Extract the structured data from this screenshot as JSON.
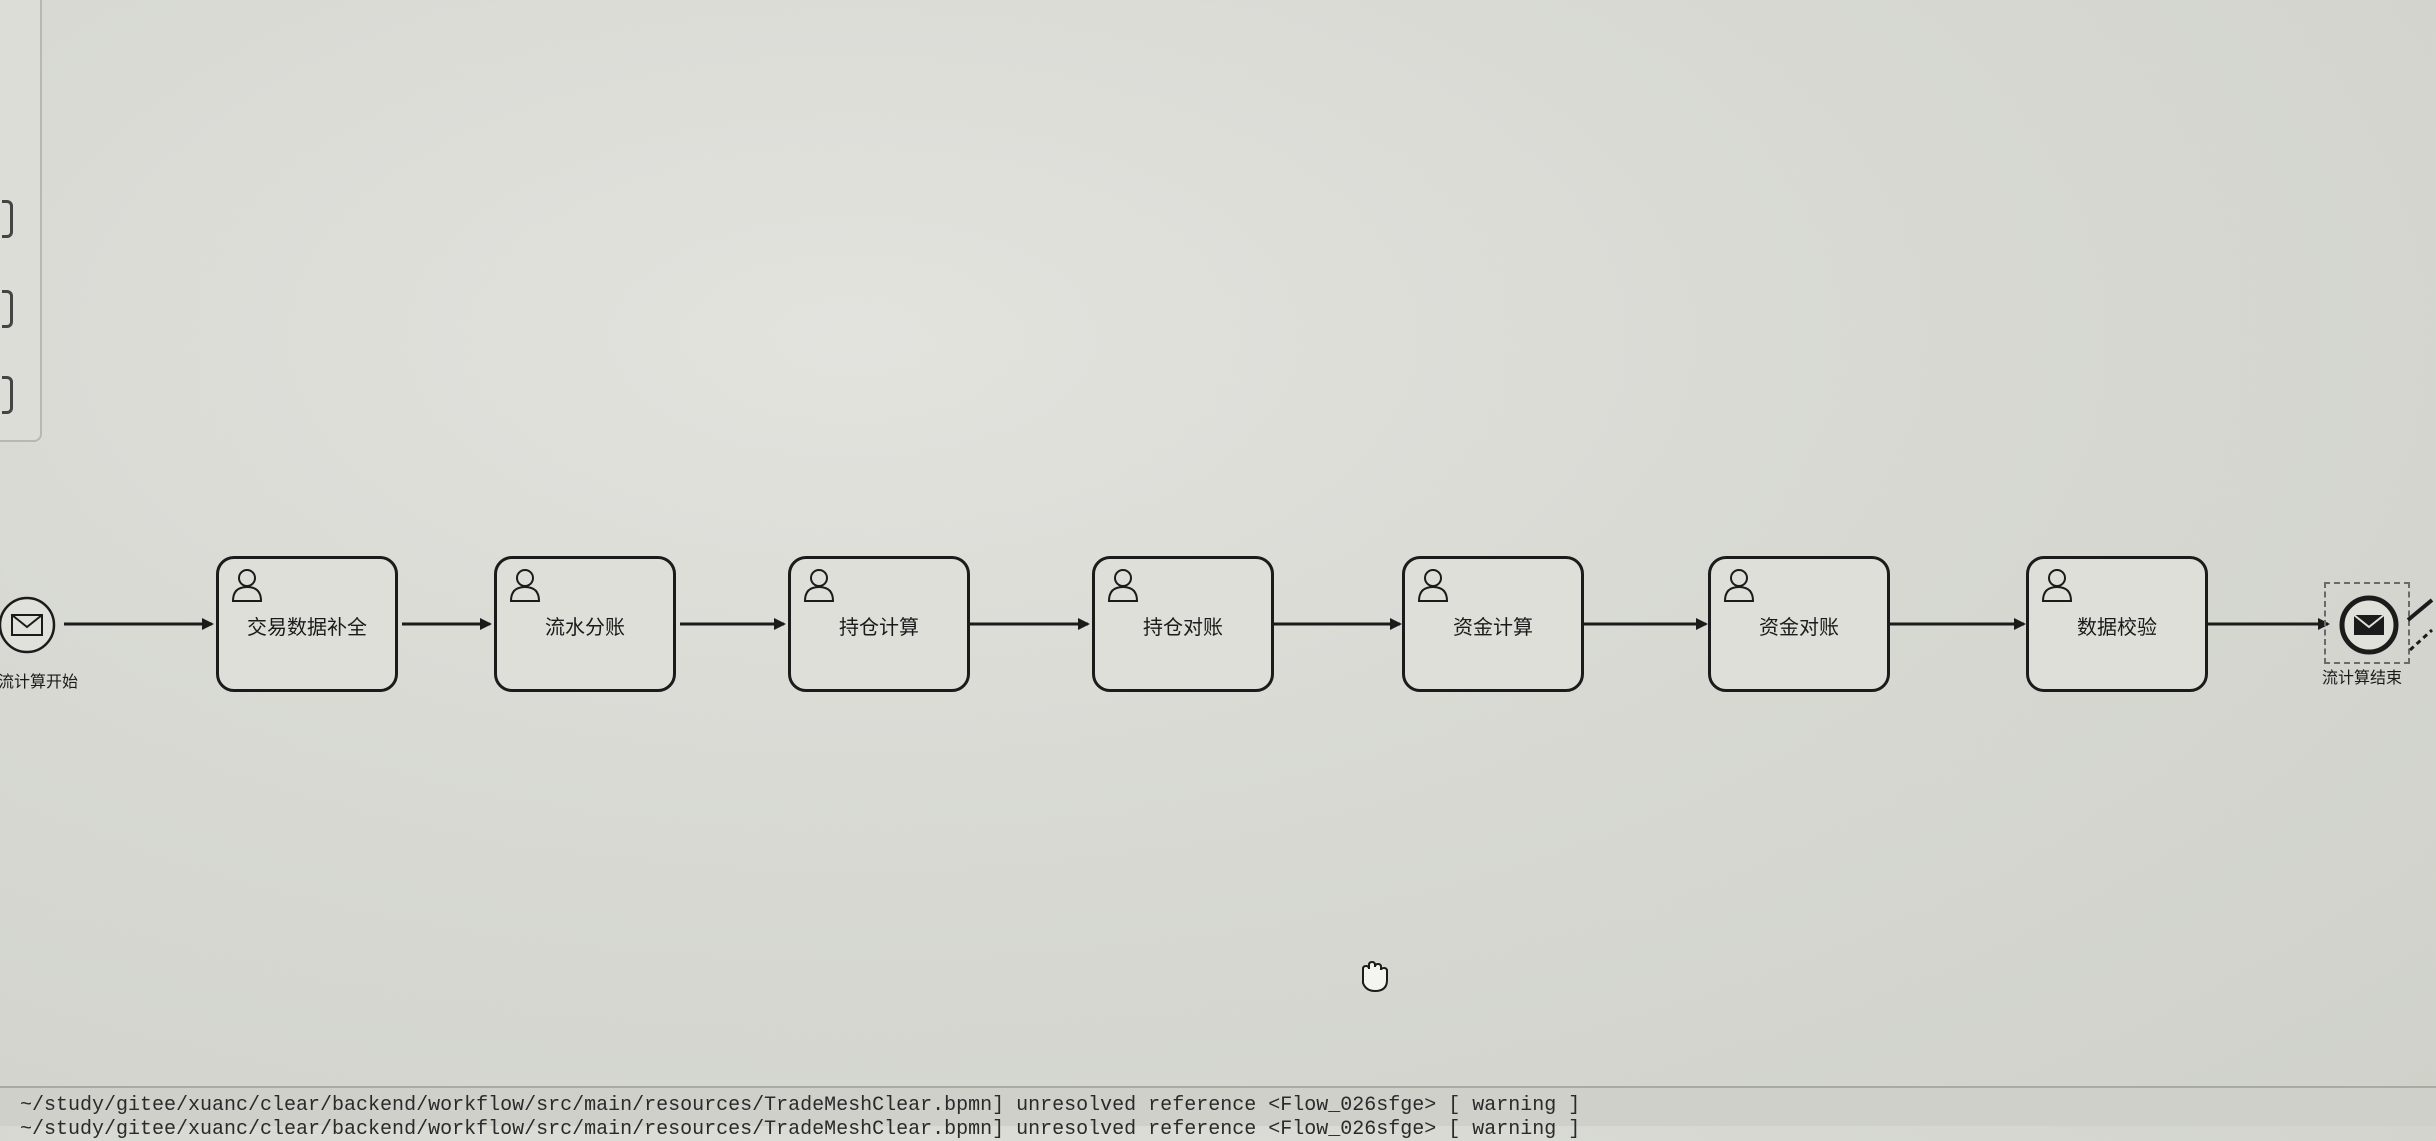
{
  "diagram": {
    "start_event": {
      "label": "流计算开始",
      "icon": "envelope-icon"
    },
    "tasks": [
      {
        "label": "交易数据补全",
        "icon": "user-icon"
      },
      {
        "label": "流水分账",
        "icon": "user-icon"
      },
      {
        "label": "持仓计算",
        "icon": "user-icon"
      },
      {
        "label": "持仓对账",
        "icon": "user-icon"
      },
      {
        "label": "资金计算",
        "icon": "user-icon"
      },
      {
        "label": "资金对账",
        "icon": "user-icon"
      },
      {
        "label": "数据校验",
        "icon": "user-icon"
      }
    ],
    "end_event": {
      "label": "流计算结束",
      "icon": "envelope-filled-icon"
    }
  },
  "console": {
    "lines": [
      "~/study/gitee/xuanc/clear/backend/workflow/src/main/resources/TradeMeshClear.bpmn] unresolved reference <Flow_026sfge> [ warning ]",
      "~/study/gitee/xuanc/clear/backend/workflow/src/main/resources/TradeMeshClear.bpmn] unresolved reference <Flow_026sfge> [ warning ]"
    ]
  },
  "colors": {
    "canvas": "#d8d9d3",
    "stroke": "#1b1b1b"
  }
}
